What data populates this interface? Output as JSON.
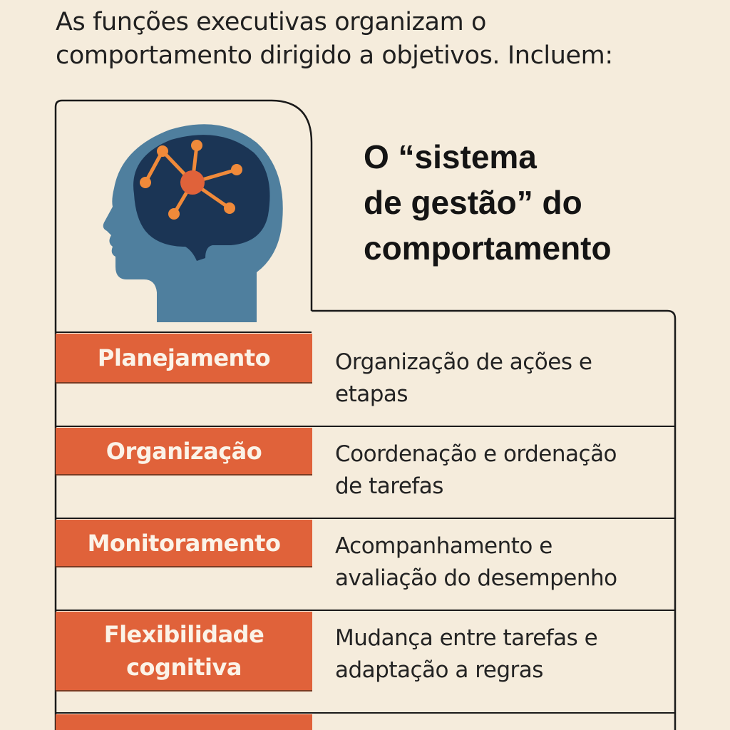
{
  "intro": {
    "line1": "As funções executivas organizam o",
    "line2": "comportamento dirigido a objetivos.  Incluem:"
  },
  "heading": {
    "line1": "O “sistema",
    "line2": "de gestão” do",
    "line3": "comportamento"
  },
  "colors": {
    "background": "#f5ecdc",
    "accent": "#e0623a",
    "head": "#4f7f9e",
    "brain": "#1b3555",
    "network": "#f08a3a",
    "border": "#1a1a1a"
  },
  "icon": "head-with-brain-network-icon",
  "rows": [
    {
      "label_line1": "Planejamento",
      "label_line2": "",
      "desc_line1": "Organização de ações e",
      "desc_line2": "etapas"
    },
    {
      "label_line1": "Organização",
      "label_line2": "",
      "desc_line1": "Coordenação e ordenação",
      "desc_line2": "de tarefas"
    },
    {
      "label_line1": "Monitoramento",
      "label_line2": "",
      "desc_line1": "Acompanhamento e",
      "desc_line2": "avaliação do desempenho"
    },
    {
      "label_line1": "Flexibilidade",
      "label_line2": "cognitiva",
      "desc_line1": "Mudança entre tarefas e",
      "desc_line2": "adaptação a regras"
    }
  ]
}
